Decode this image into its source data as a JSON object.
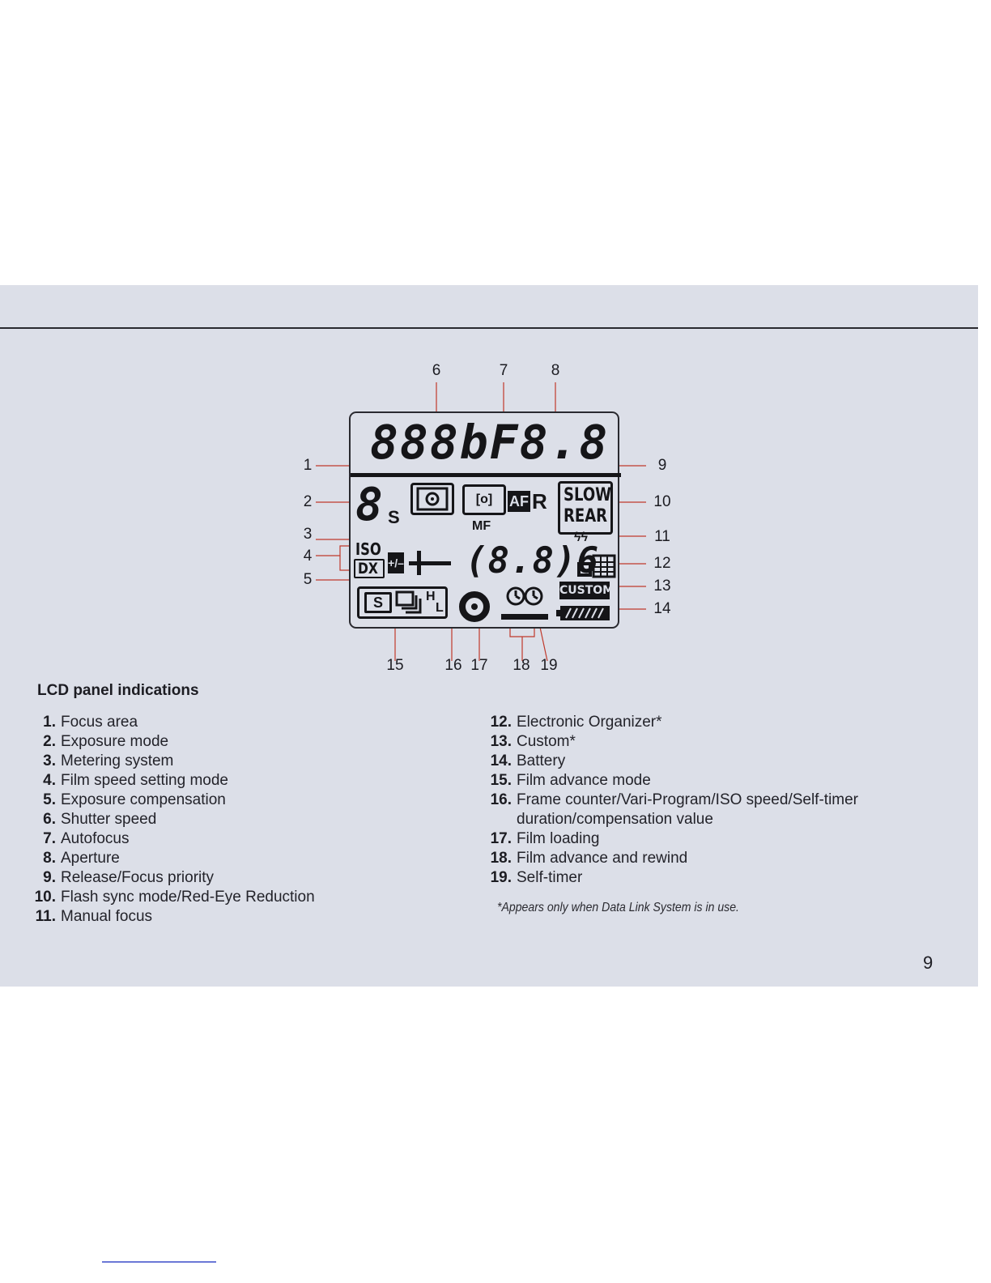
{
  "lcd_display": {
    "top_digits": "888bF8.8",
    "mid_digits": "(8.8)6",
    "plus_minus": "+/–",
    "exposure_mode_glyph": "8",
    "exposure_mode_sub": "S",
    "metering_icon": "matrix-metering-icon",
    "focus_area_glyph": "[o]",
    "af_label": "AF",
    "release_priority_label": "R",
    "slow_label": "SLOW",
    "rear_label": "REAR",
    "flash_glyph": "ϟϟ",
    "mf_label": "MF",
    "iso_label": "ISO",
    "dx_label": "DX",
    "custom_label": "CUSTOM",
    "film_advance_s": "S",
    "film_advance_h": "H",
    "film_advance_l": "L",
    "self_timer_glyph": "ᐤᐤ"
  },
  "callouts": [
    "1",
    "2",
    "3",
    "4",
    "5",
    "6",
    "7",
    "8",
    "9",
    "10",
    "11",
    "12",
    "13",
    "14",
    "15",
    "16",
    "17",
    "18",
    "19"
  ],
  "section_title": "LCD panel indications",
  "items_left": [
    {
      "num": "1.",
      "text": "Focus area"
    },
    {
      "num": "2.",
      "text": "Exposure mode"
    },
    {
      "num": "3.",
      "text": "Metering system"
    },
    {
      "num": "4.",
      "text": "Film speed setting mode"
    },
    {
      "num": "5.",
      "text": "Exposure compensation"
    },
    {
      "num": "6.",
      "text": "Shutter speed"
    },
    {
      "num": "7.",
      "text": "Autofocus"
    },
    {
      "num": "8.",
      "text": "Aperture"
    },
    {
      "num": "9.",
      "text": "Release/Focus priority"
    },
    {
      "num": "10.",
      "text": "Flash sync mode/Red-Eye Reduction"
    },
    {
      "num": "11.",
      "text": "Manual focus"
    }
  ],
  "items_right": [
    {
      "num": "12.",
      "text": "Electronic Organizer*"
    },
    {
      "num": "13.",
      "text": "Custom*"
    },
    {
      "num": "14.",
      "text": "Battery"
    },
    {
      "num": "15.",
      "text": "Film advance mode"
    },
    {
      "num": "16.",
      "text": "Frame counter/Vari-Program/ISO speed/Self-timer duration/compensation value"
    },
    {
      "num": "17.",
      "text": "Film loading"
    },
    {
      "num": "18.",
      "text": "Film advance and rewind"
    },
    {
      "num": "19.",
      "text": "Self-timer"
    }
  ],
  "footnote": "*Appears only when Data Link System is in use.",
  "page_number": "9",
  "colors": {
    "background_band": "#dcdfe8",
    "callout_line": "#c0392b",
    "ink": "#151518"
  }
}
